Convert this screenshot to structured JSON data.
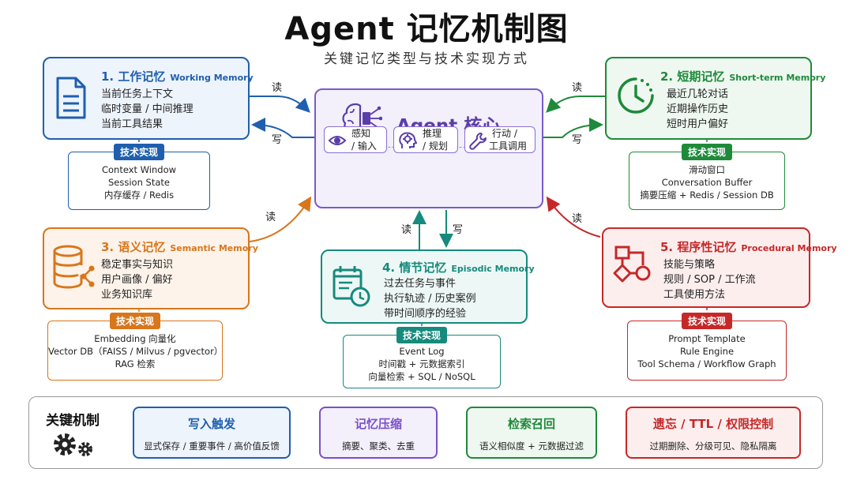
{
  "title": "Agent 记忆机制图",
  "subtitle": "关键记忆类型与技术实现方式",
  "core": {
    "title": "Agent 核心",
    "modules": [
      {
        "icon": "eye-icon",
        "line1": "感知",
        "line2": "/ 输入"
      },
      {
        "icon": "brain-gear-icon",
        "line1": "推理",
        "line2": "/ 规划"
      },
      {
        "icon": "wrench-icon",
        "line1": "行动 /",
        "line2": "工具调用"
      }
    ]
  },
  "tech_label": "技术实现",
  "read": "读",
  "write": "写",
  "memories": {
    "working": {
      "title": "1. 工作记忆",
      "en": "Working Memory",
      "color": "#1f5fae",
      "lines": [
        "当前任务上下文",
        "临时变量 / 中间推理",
        "当前工具结果"
      ],
      "tech": [
        "Context Window",
        "Session State",
        "内存缓存 / Redis"
      ]
    },
    "short_term": {
      "title": "2. 短期记忆",
      "en": "Short-term Memory",
      "color": "#1e8a3a",
      "lines": [
        "最近几轮对话",
        "近期操作历史",
        "短时用户偏好"
      ],
      "tech": [
        "滑动窗口",
        "Conversation Buffer",
        "摘要压缩 + Redis / Session DB"
      ]
    },
    "semantic": {
      "title": "3. 语义记忆",
      "en": "Semantic Memory",
      "color": "#d8761c",
      "lines": [
        "稳定事实与知识",
        "用户画像 / 偏好",
        "业务知识库"
      ],
      "tech": [
        "Embedding 向量化",
        "Vector DB（FAISS / Milvus / pgvector）",
        "RAG 检索"
      ]
    },
    "episodic": {
      "title": "4. 情节记忆",
      "en": "Episodic Memory",
      "color": "#168a7c",
      "lines": [
        "过去任务与事件",
        "执行轨迹 / 历史案例",
        "带时间顺序的经验"
      ],
      "tech": [
        "Event Log",
        "时间戳 + 元数据索引",
        "向量检索 + SQL / NoSQL"
      ]
    },
    "procedural": {
      "title": "5. 程序性记忆",
      "en": "Procedural Memory",
      "color": "#c62828",
      "lines": [
        "技能与策略",
        "规则 / SOP / 工作流",
        "工具使用方法"
      ],
      "tech": [
        "Prompt Template",
        "Rule Engine",
        "Tool Schema / Workflow Graph"
      ]
    }
  },
  "mechanisms": {
    "label": "关键机制",
    "steps": [
      {
        "title": "写入触发",
        "desc": "显式保存 / 重要事件 / 高价值反馈",
        "color": "#1f5fae"
      },
      {
        "title": "记忆压缩",
        "desc": "摘要、聚类、去重",
        "color": "#7a4fc9"
      },
      {
        "title": "检索召回",
        "desc": "语义相似度 + 元数据过滤",
        "color": "#1e8a3a"
      },
      {
        "title": "遗忘 / TTL / 权限控制",
        "desc": "过期删除、分级可见、隐私隔离",
        "color": "#c62828"
      }
    ]
  }
}
